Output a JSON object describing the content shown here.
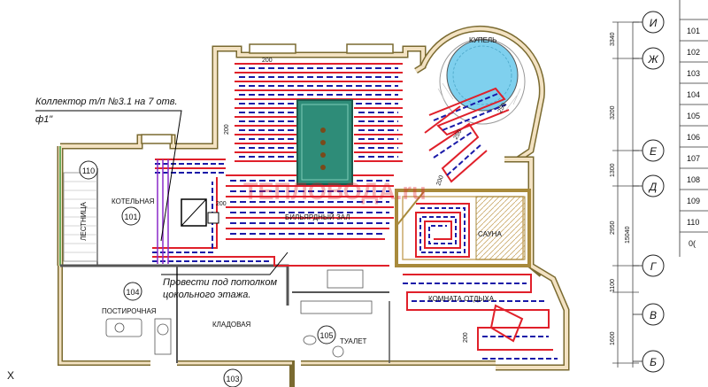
{
  "plan": {
    "collector_note_line1": "Коллектор т/п №3.1 на 7 отв.",
    "collector_note_line2": "ф1\"",
    "ceiling_note_line1": "Провести под потолком",
    "ceiling_note_line2": "цокольного этажа.",
    "watermark": "ТЕПЛОВОДА.ru",
    "rooms": {
      "stairs_number": "110",
      "stairs_name": "ЛЕСТНИЦА",
      "boiler_name": "КОТЕЛЬНАЯ",
      "boiler_number": "101",
      "billiard_name": "БИЛЬЯРДНЫЙ ЗАЛ",
      "kupel_name": "КУПЕЛЬ",
      "sauna_name": "САУНА",
      "rest_name": "КОМНАТА ОТДЫХА",
      "laundry_number": "104",
      "laundry_name": "ПОСТИРОЧНАЯ",
      "storage_name": "КЛАДОВАЯ",
      "toilet_number": "105",
      "toilet_name": "ТУАЛЕТ",
      "room103_number": "103"
    },
    "pipe_labels": [
      "200",
      "200",
      "200",
      "250",
      "250",
      "200",
      "200"
    ],
    "corner_mark": "X"
  },
  "axes": {
    "letters": [
      "И",
      "Ж",
      "Е",
      "Д",
      "Г",
      "В",
      "Б"
    ],
    "dimensions": [
      "3340",
      "3200",
      "1300",
      "2950",
      "1100",
      "1600"
    ],
    "total": "15040"
  },
  "legend_table": {
    "rows": [
      "101",
      "102",
      "103",
      "104",
      "105",
      "106",
      "107",
      "108",
      "109",
      "110",
      "0("
    ]
  },
  "colors": {
    "supply": "#e0202a",
    "return": "#1a1aa8",
    "wall_fill": "#f3e2c2",
    "wall_edge": "#7a6a30",
    "pool": "#7fd0ee",
    "billiard": "#2e8c78",
    "green_wall": "#3c9a3c"
  }
}
